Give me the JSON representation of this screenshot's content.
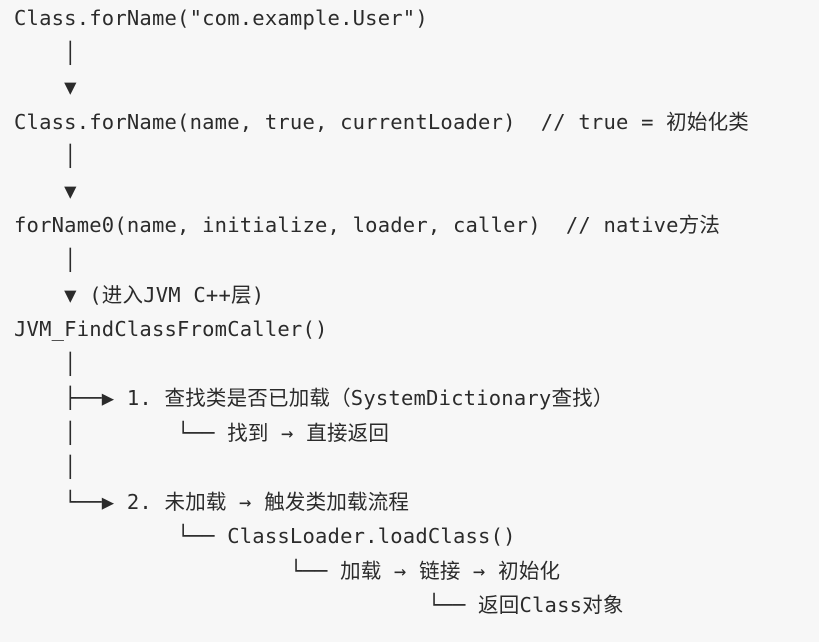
{
  "code_lines": [
    "Class.forName(\"com.example.User\")",
    "    │",
    "    ▼",
    "Class.forName(name, true, currentLoader)  // true = 初始化类",
    "    │",
    "    ▼",
    "forName0(name, initialize, loader, caller)  // native方法",
    "    │",
    "    ▼ (进入JVM C++层)",
    "JVM_FindClassFromCaller()",
    "    │",
    "    ├──▶ 1. 查找类是否已加载（SystemDictionary查找）",
    "    │        └── 找到 → 直接返回",
    "    │",
    "    └──▶ 2. 未加载 → 触发类加载流程",
    "             └── ClassLoader.loadClass()",
    "                      └── 加载 → 链接 → 初始化",
    "                                 └── 返回Class对象"
  ]
}
